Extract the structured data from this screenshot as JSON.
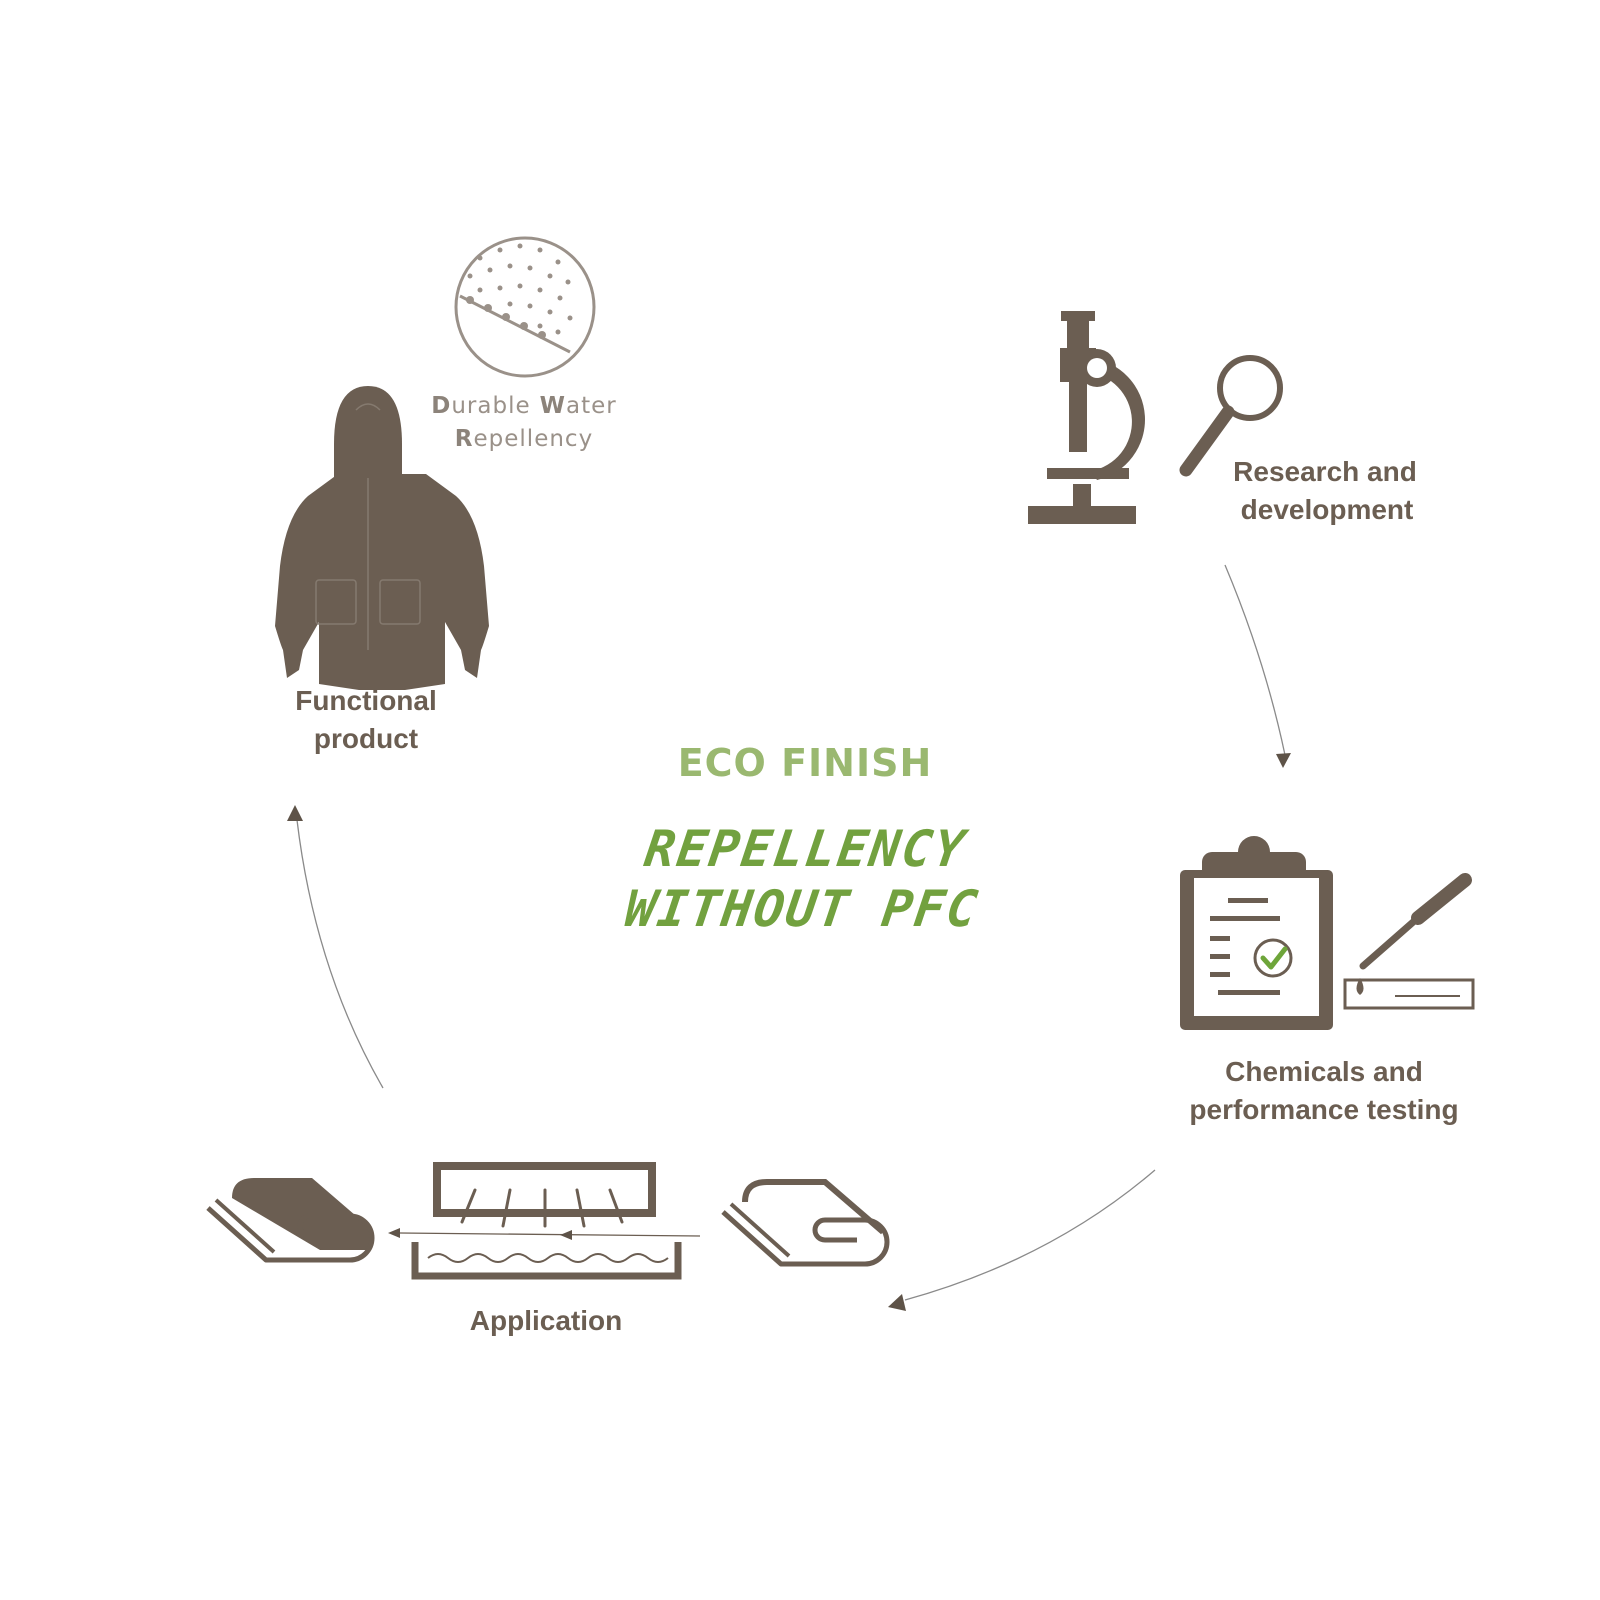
{
  "center": {
    "brand": "ECO FINISH",
    "slogan_line1": "REPELLENCY",
    "slogan_line2": "WITHOUT PFC"
  },
  "badge": {
    "word1_cap": "D",
    "word1_rest": "urable",
    "word2_cap": "W",
    "word2_rest": "ater",
    "word3_cap": "R",
    "word3_rest": "epellency"
  },
  "steps": {
    "research": {
      "line1": "Research and",
      "line2": "development",
      "icon": "microscope-magnifier-icon"
    },
    "testing": {
      "line1": "Chemicals and",
      "line2": "performance testing",
      "icon": "clipboard-pipette-icon"
    },
    "application": {
      "label": "Application",
      "icon": "fabric-roll-bath-icon"
    },
    "product": {
      "line1": "Functional",
      "line2": "product",
      "icon": "jacket-icon"
    }
  },
  "colors": {
    "icon": "#6b5e52",
    "text": "#6b5e52",
    "badge": "#9a9189",
    "brand": "#9ab870",
    "slogan": "#72a13f",
    "check": "#6ea53a",
    "arrow": "#8a8a8a"
  }
}
